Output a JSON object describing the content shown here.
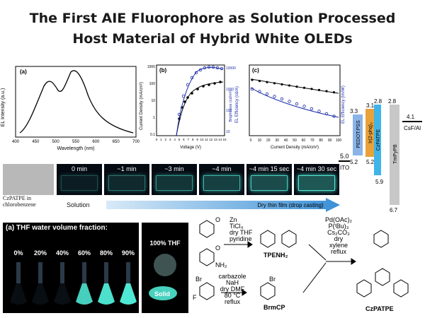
{
  "title": {
    "line1": "The First AIE Fluorophore as Solution Processed",
    "line2": "Host Material of Hybrid White OLEDs"
  },
  "panel_a": {
    "label": "(a)",
    "xlabel": "Wavelength (nm)",
    "ylabel": "EL Intensity (a.u.)",
    "xticks": [
      "400",
      "450",
      "500",
      "550",
      "600",
      "650",
      "700"
    ]
  },
  "panel_b": {
    "label": "(b)",
    "xlabel": "Voltage (V)",
    "ylabel_left": "Current Density (mA/cm²)",
    "ylabel_right": "Brightness (cd/m²)",
    "xticks": [
      "0",
      "1",
      "2",
      "3",
      "4",
      "5",
      "6",
      "7",
      "8",
      "9",
      "10",
      "11",
      "12",
      "13",
      "14",
      "15"
    ],
    "yticks_left": [
      "1000",
      "100",
      "10",
      "1",
      "0.1"
    ],
    "yticks_right": [
      "10000",
      "1000",
      "100",
      "10"
    ]
  },
  "panel_c": {
    "label": "(c)",
    "xlabel": "Current Density (mA/cm²)",
    "ylabel_left": "EL Efficiency (cd/A)",
    "ylabel_right": "EL Efficiency (lm/W)",
    "xticks": [
      "0",
      "10",
      "20",
      "30",
      "40",
      "50",
      "60",
      "70",
      "80",
      "90",
      "100"
    ]
  },
  "energy": {
    "layers": [
      {
        "name": "ITO",
        "top": "5.0"
      },
      {
        "name": "PEDOT:PSS",
        "top": "3.3",
        "bottom": "5.2"
      },
      {
        "name": "Ir(2-phq)₃",
        "top": "3.1",
        "bottom": "5.2"
      },
      {
        "name": "CzPATPE",
        "top": "2.8",
        "bottom": "5.9"
      },
      {
        "name": "TmPyPB",
        "top": "2.8",
        "bottom": "6.7"
      },
      {
        "name": "CsF/Al",
        "top": "4.1"
      }
    ]
  },
  "strip": {
    "frames": [
      "0 min",
      "~1 min",
      "~3 min",
      "~4 min",
      "~4 min 15 sec",
      "~4 min 30 sec"
    ],
    "caption_left": "CzPATPE in chlorobenzene",
    "solution": "Solution",
    "arrow_label": "Dry thin film (drop casting)"
  },
  "aie": {
    "header": "(a) THF water volume fraction:",
    "fractions": [
      "0%",
      "20%",
      "40%",
      "60%",
      "80%",
      "90%"
    ],
    "thf_label": "100% THF",
    "solid_label": "Solid"
  },
  "synthesis": {
    "step1": [
      "Zn",
      "TiCl₄",
      "dry THF",
      "pyridine"
    ],
    "product1": "TPENH₂",
    "nh2": "NH₂",
    "step2": [
      "Pd(OAc)₂",
      "P(ᵗBu)₃",
      "Cs₂CO₃",
      "dry",
      "xylene",
      "reflux"
    ],
    "step3": [
      "carbazole",
      "NaH",
      "dry DMF",
      "80 °C",
      "reflux"
    ],
    "brmcp": "BrmCP",
    "final": "CzPATPE",
    "br": "Br",
    "f": "F"
  },
  "colors": {
    "blue_curve": "#1a2ca8",
    "glow": "#4fe8d4",
    "arrow": "#3a8fd6",
    "ito_bar": "#555555",
    "pedot_bar": "#8ab4e8",
    "ir_bar": "#e8a23a",
    "czpatpe_bar": "#3fb4e8",
    "tmpypb_bar": "#c8c8c8"
  }
}
